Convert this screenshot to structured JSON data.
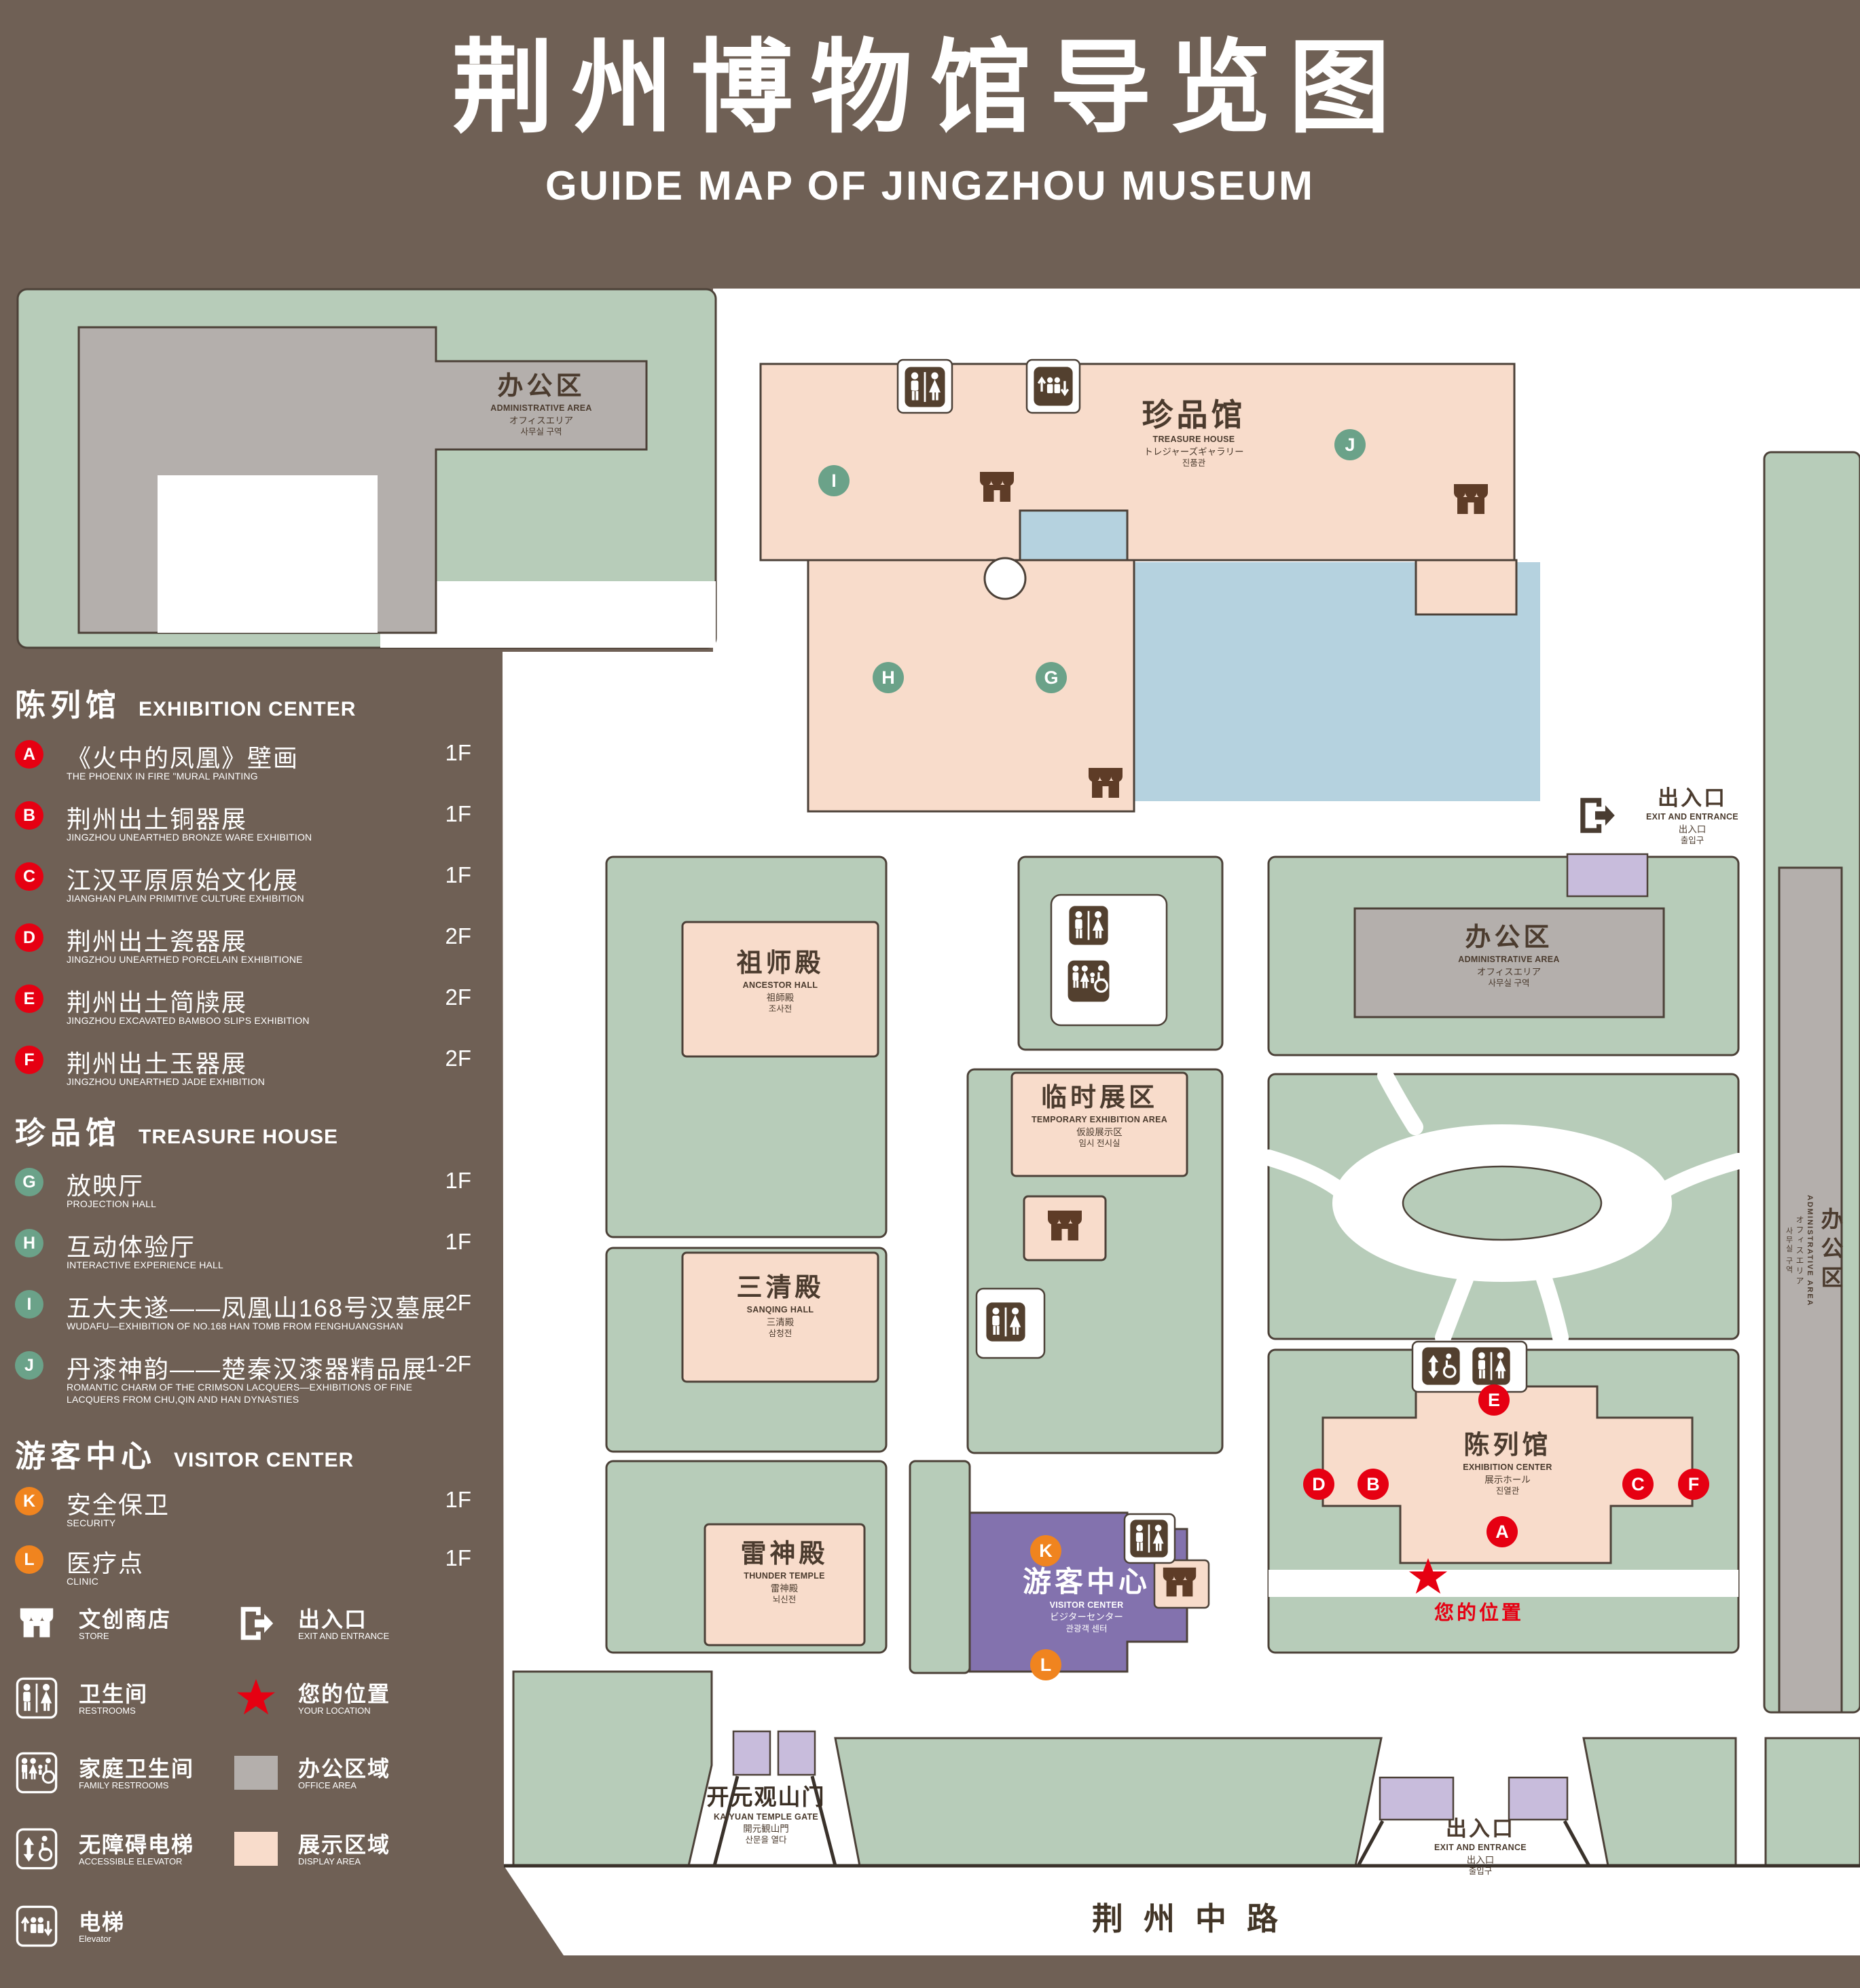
{
  "title": {
    "zh": "荆州博物馆导览图",
    "en": "GUIDE MAP OF JINGZHOU MUSEUM"
  },
  "legend": {
    "sections": [
      {
        "zh": "陈列馆",
        "en": "EXHIBITION CENTER",
        "items": [
          {
            "letter": "A",
            "zh": "《火中的凤凰》壁画",
            "en": "THE PHOENIX IN FIRE \"MURAL PAINTING",
            "floor": "1F"
          },
          {
            "letter": "B",
            "zh": "荆州出土铜器展",
            "en": "JINGZHOU UNEARTHED BRONZE WARE EXHIBITION",
            "floor": "1F"
          },
          {
            "letter": "C",
            "zh": "江汉平原原始文化展",
            "en": "JIANGHAN PLAIN PRIMITIVE CULTURE EXHIBITION",
            "floor": "1F"
          },
          {
            "letter": "D",
            "zh": "荆州出土瓷器展",
            "en": "JINGZHOU UNEARTHED PORCELAIN EXHIBITIONE",
            "floor": "2F"
          },
          {
            "letter": "E",
            "zh": "荆州出土简牍展",
            "en": "JINGZHOU EXCAVATED BAMBOO SLIPS EXHIBITION",
            "floor": "2F"
          },
          {
            "letter": "F",
            "zh": "荆州出土玉器展",
            "en": "JINGZHOU UNEARTHED JADE EXHIBITION",
            "floor": "2F"
          }
        ]
      },
      {
        "zh": "珍品馆",
        "en": "TREASURE HOUSE",
        "items": [
          {
            "letter": "G",
            "zh": "放映厅",
            "en": "PROJECTION HALL",
            "floor": "1F"
          },
          {
            "letter": "H",
            "zh": "互动体验厅",
            "en": "INTERACTIVE EXPERIENCE HALL",
            "floor": "1F"
          },
          {
            "letter": "I",
            "zh": "五大夫遂——凤凰山168号汉墓展",
            "en": "WUDAFU—EXHIBITION OF NO.168 HAN TOMB FROM FENGHUANGSHAN",
            "floor": "2F"
          },
          {
            "letter": "J",
            "zh": "丹漆神韵——楚秦汉漆器精品展",
            "en": "ROMANTIC CHARM OF THE CRIMSON LACQUERS—EXHIBITIONS OF FINE LACQUERS FROM CHU,QIN AND HAN DYNASTIES",
            "floor": "1-2F"
          }
        ]
      },
      {
        "zh": "游客中心",
        "en": "VISITOR CENTER",
        "items": [
          {
            "letter": "K",
            "zh": "安全保卫",
            "en": "SECURITY",
            "floor": "1F"
          },
          {
            "letter": "L",
            "zh": "医疗点",
            "en": "CLINIC",
            "floor": "1F"
          }
        ]
      }
    ],
    "symbols": {
      "store": {
        "zh": "文创商店",
        "en": "STORE"
      },
      "exit": {
        "zh": "出入口",
        "en": "EXIT AND ENTRANCE"
      },
      "restroom": {
        "zh": "卫生间",
        "en": "RESTROOMS"
      },
      "location": {
        "zh": "您的位置",
        "en": "YOUR LOCATION"
      },
      "family_restroom": {
        "zh": "家庭卫生间",
        "en": "FAMILY RESTROOMS"
      },
      "office": {
        "zh": "办公区域",
        "en": "OFFICE AREA"
      },
      "accessible_elevator": {
        "zh": "无障碍电梯",
        "en": "ACCESSIBLE ELEVATOR"
      },
      "display": {
        "zh": "展示区域",
        "en": "DISPLAY AREA"
      },
      "elevator": {
        "zh": "电梯",
        "en": "Elevator"
      }
    }
  },
  "map": {
    "buildings": {
      "office_topleft": {
        "zh": "办公区",
        "en": "ADMINISTRATIVE AREA",
        "jp": "オフィスエリア",
        "kr": "사무실 구역"
      },
      "treasure_house": {
        "zh": "珍品馆",
        "en": "TREASURE HOUSE",
        "jp": "トレジャーズギャラリー",
        "kr": "진품관"
      },
      "ancestor_hall": {
        "zh": "祖师殿",
        "en": "ANCESTOR HALL",
        "jp": "祖師殿",
        "kr": "조사전"
      },
      "office_mid": {
        "zh": "办公区",
        "en": "ADMINISTRATIVE AREA",
        "jp": "オフィスエリア",
        "kr": "사무실 구역"
      },
      "temporary": {
        "zh": "临时展区",
        "en": "TEMPORARY EXHIBITION AREA",
        "jp": "仮設展示区",
        "kr": "임시 전시실"
      },
      "sanqing_hall": {
        "zh": "三清殿",
        "en": "SANQING HALL",
        "jp": "三清殿",
        "kr": "삼청전"
      },
      "thunder_temple": {
        "zh": "雷神殿",
        "en": "THUNDER TEMPLE",
        "jp": "雷神殿",
        "kr": "뇌신전"
      },
      "exhibition_center": {
        "zh": "陈列馆",
        "en": "EXHIBITION CENTER",
        "jp": "展示ホール",
        "kr": "진열관"
      },
      "visitor_center": {
        "zh": "游客中心",
        "en": "VISITOR CENTER",
        "jp": "ビジターセンター",
        "kr": "관광객 센터"
      },
      "office_right": {
        "zh": "办公区",
        "en": "ADMINISTRATIVE AREA",
        "jp": "オフィスエリア",
        "kr": "사무실 구역"
      }
    },
    "exits": {
      "right": {
        "zh": "出入口",
        "en": "EXIT AND ENTRANCE",
        "jp": "出入口",
        "kr": "출입구"
      },
      "bottom": {
        "zh": "出入口",
        "en": "EXIT AND ENTRANCE",
        "jp": "出入口",
        "kr": "출입구"
      }
    },
    "gate": {
      "zh": "开元观山门",
      "en": "KAIYUAN TEMPLE GATE",
      "jp": "開元観山門",
      "kr": "산문을 열다"
    },
    "your_location": "您的位置",
    "road": "荆州中路",
    "markers": {
      "a": "A",
      "b": "B",
      "c": "C",
      "d": "D",
      "e": "E",
      "f": "F",
      "g": "G",
      "h": "H",
      "i": "I",
      "j": "J",
      "k": "K",
      "l": "L"
    }
  },
  "colors": {
    "background": "#6f6055",
    "green_area": "#b7ccb9",
    "display_area": "#f8dccb",
    "office_area": "#b4afac",
    "visitor_center": "#8372ae",
    "water": "#b5d2df",
    "entrance": "#c8bcdc",
    "marker_red": "#e60012",
    "marker_green": "#6ba289",
    "marker_orange": "#f0841f",
    "location_red": "#e60012"
  }
}
